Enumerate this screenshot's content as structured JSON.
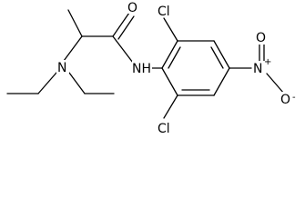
{
  "molecule": {
    "atoms": {
      "carbonyl_oxygen": "O",
      "amide_nh": "NH",
      "amine_n": "N",
      "chlorine_top": "Cl",
      "chlorine_bottom": "Cl",
      "nitro_n": "N",
      "nitro_n_charge": "+",
      "nitro_o_top": "O",
      "nitro_o_right": "O",
      "nitro_o_right_charge": "-"
    }
  }
}
